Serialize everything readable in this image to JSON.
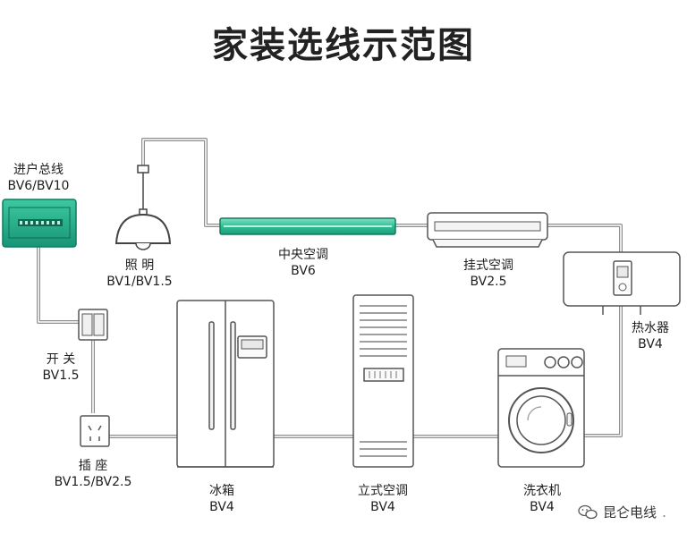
{
  "title": "家装选线示范图",
  "components": {
    "main_line": {
      "name": "进户总线",
      "spec": "BV6/BV10"
    },
    "lighting": {
      "name": "照 明",
      "spec": "BV1/BV1.5"
    },
    "central_ac": {
      "name": "中央空调",
      "spec": "BV6"
    },
    "wall_ac": {
      "name": "挂式空调",
      "spec": "BV2.5"
    },
    "water_heater": {
      "name": "热水器",
      "spec": "BV4"
    },
    "switch": {
      "name": "开 关",
      "spec": "BV1.5"
    },
    "socket": {
      "name": "插 座",
      "spec": "BV1.5/BV2.5"
    },
    "fridge": {
      "name": "冰箱",
      "spec": "BV4"
    },
    "floor_ac": {
      "name": "立式空调",
      "spec": "BV4"
    },
    "washer": {
      "name": "洗衣机",
      "spec": "BV4"
    }
  },
  "watermark": {
    "text": "昆仑电线",
    "icon": "wechat-icon"
  },
  "colors": {
    "accent": "#2fbf95",
    "wire": "#9a9a9a",
    "line": "#555555"
  }
}
